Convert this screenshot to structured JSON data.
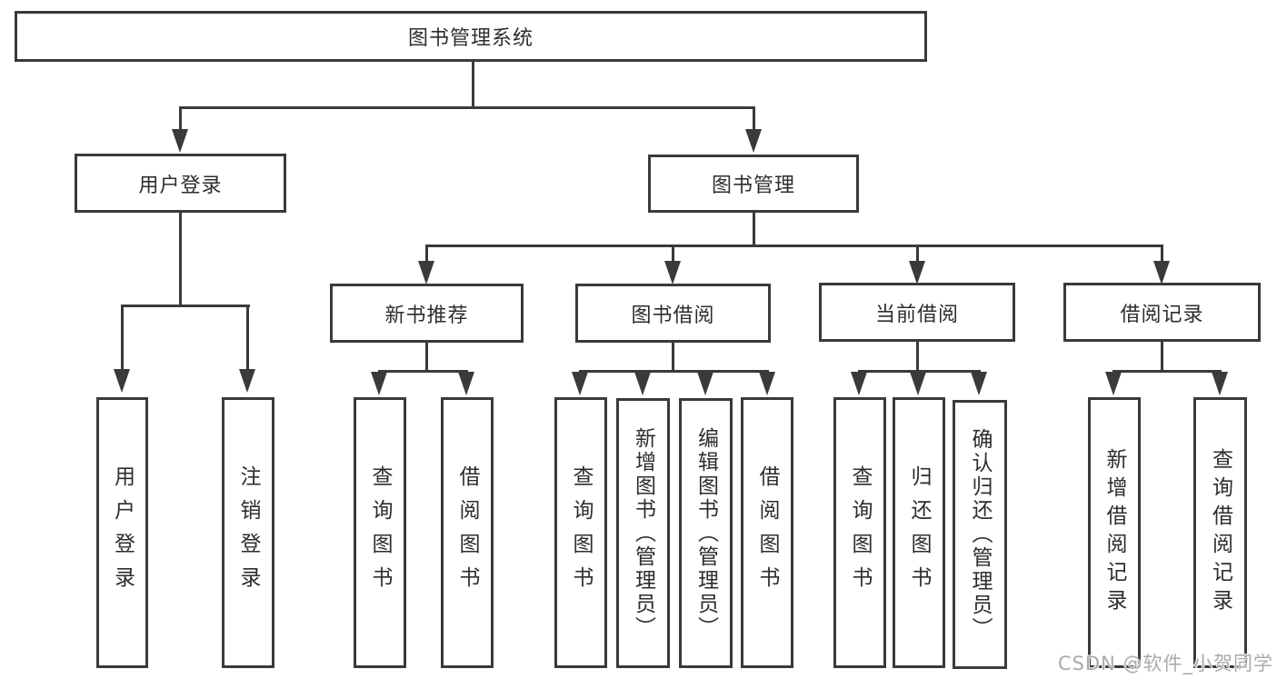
{
  "tree": {
    "root": "图书管理系统",
    "branches": [
      {
        "label": "用户登录",
        "leaves": [
          "用户登录",
          "注销登录"
        ]
      },
      {
        "label": "图书管理",
        "groups": [
          {
            "label": "新书推荐",
            "leaves": [
              "查询图书",
              "借阅图书"
            ]
          },
          {
            "label": "图书借阅",
            "leaves": [
              "查询图书",
              "新增图书（管理员）",
              "编辑图书（管理员）",
              "借阅图书"
            ]
          },
          {
            "label": "当前借阅",
            "leaves": [
              "查询图书",
              "归还图书",
              "确认归还（管理员）"
            ]
          },
          {
            "label": "借阅记录",
            "leaves": [
              "新增借阅记录",
              "查询借阅记录"
            ]
          }
        ]
      }
    ]
  },
  "watermark": "CSDN @软件_小贺同学",
  "colors": {
    "line": "#3a3a3a",
    "text": "#2d2d2d",
    "background": "#ffffff",
    "watermark": "#aaaaaa"
  }
}
